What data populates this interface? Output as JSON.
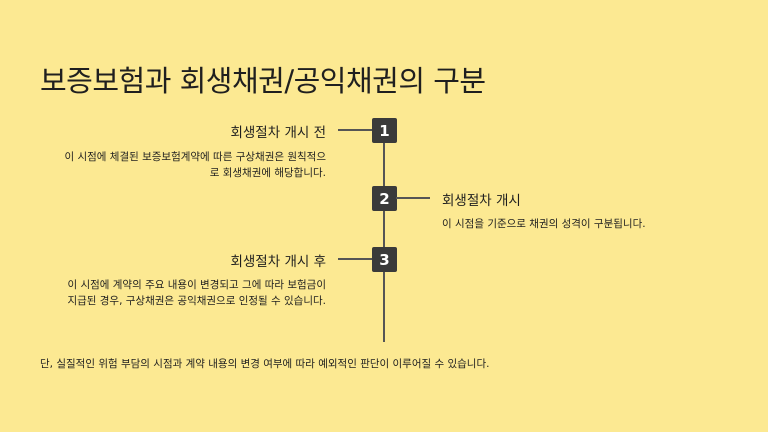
{
  "title": "보증보험과 회생채권/공익채권의 구분",
  "steps": [
    {
      "number": "1",
      "heading": "회생절차 개시 전",
      "description_lines": [
        "이 시점에 체결된 보증보험계약에 따른 구상채권은 원칙적으",
        "로 회생채권에 해당합니다."
      ]
    },
    {
      "number": "2",
      "heading": "회생절차 개시",
      "description_lines": [
        "이 시점을 기준으로 채권의 성격이 구분됩니다."
      ]
    },
    {
      "number": "3",
      "heading": "회생절차 개시 후",
      "description_lines": [
        "이 시점에 계약의 주요 내용이 변경되고 그에 따라 보험금이",
        "지급된 경우, 구상채권은 공익채권으로 인정될 수 있습니다."
      ]
    }
  ],
  "footer": "단, 실질적인 위험 부담의 시점과 계약 내용의 변경 여부에 따라 예외적인 판단이 이루어질 수 있습니다.",
  "colors": {
    "background": "#fce992",
    "box": "#3a3a3a",
    "line": "#555555"
  }
}
